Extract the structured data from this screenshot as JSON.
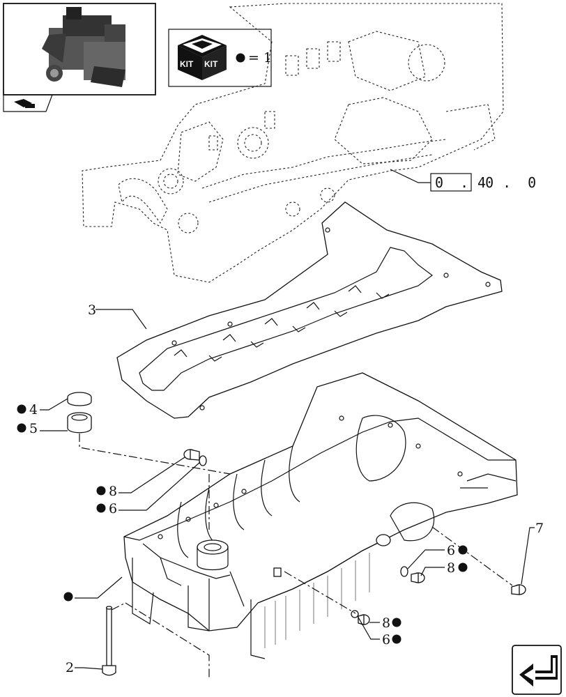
{
  "kit_legend": {
    "kit_text_top": "KIT",
    "kit_text_bottom": "KIT",
    "equals_text": "= 1"
  },
  "reference": {
    "boxed": "0 . 0",
    "suffix": "4 . 0"
  },
  "callouts": [
    {
      "id": "callout-3",
      "label": "3",
      "kit": false
    },
    {
      "id": "callout-4",
      "label": "4",
      "kit": true
    },
    {
      "id": "callout-5",
      "label": "5",
      "kit": true
    },
    {
      "id": "callout-8a",
      "label": "8",
      "kit": true
    },
    {
      "id": "callout-6a",
      "label": "6",
      "kit": true
    },
    {
      "id": "callout-7",
      "label": "7",
      "kit": false
    },
    {
      "id": "callout-6b",
      "label": "6",
      "kit": true
    },
    {
      "id": "callout-8b",
      "label": "8",
      "kit": true
    },
    {
      "id": "callout-8c",
      "label": "8",
      "kit": true
    },
    {
      "id": "callout-6c",
      "label": "6",
      "kit": true
    },
    {
      "id": "callout-2",
      "label": "2",
      "kit": false
    },
    {
      "id": "callout-pan",
      "label": "",
      "kit": true
    }
  ],
  "icons": {
    "engine_thumbnail": "engine-thumbnail-icon",
    "book_icon": "book-icon",
    "kit_icon": "kit-box-icon",
    "next_page": "next-page-arrow-icon"
  }
}
